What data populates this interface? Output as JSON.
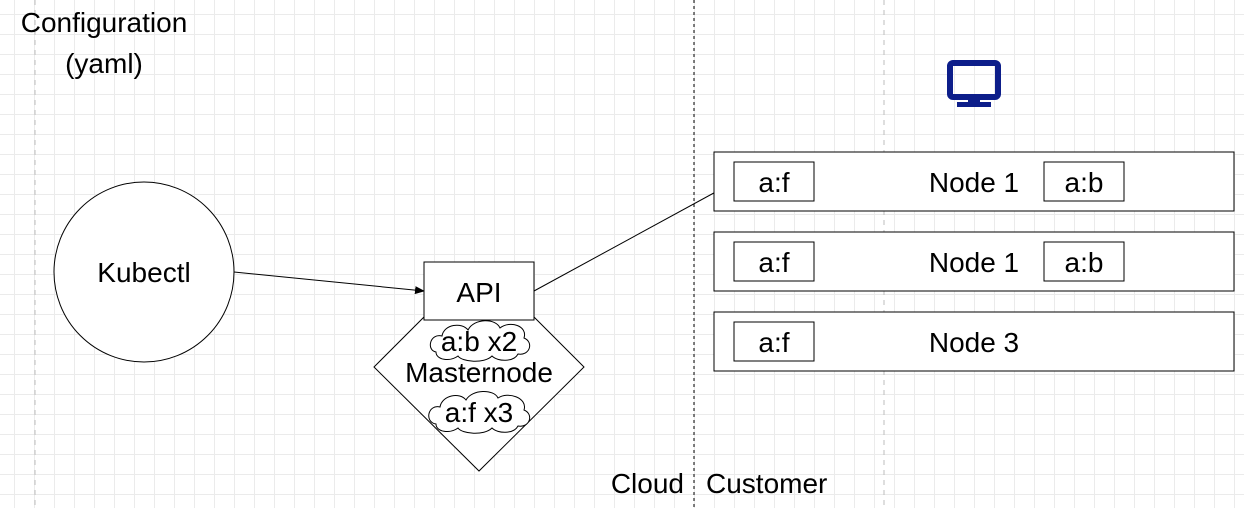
{
  "config_label": {
    "line1": "Configuration",
    "line2": "(yaml)"
  },
  "kubectl": {
    "label": "Kubectl"
  },
  "api": {
    "label": "API"
  },
  "masternode": {
    "label": "Masternode",
    "cloud_top": "a:b x2",
    "cloud_bottom": "a:f x3"
  },
  "regions": {
    "cloud": "Cloud",
    "customer": "Customer"
  },
  "customer_icon": {
    "icon": "monitor-icon",
    "color": "#0d1e8a"
  },
  "nodes": [
    {
      "name": "Node 1",
      "left_pod": "a:f",
      "right_pod": "a:b"
    },
    {
      "name": "Node 1",
      "left_pod": "a:f",
      "right_pod": "a:b"
    },
    {
      "name": "Node 3",
      "left_pod": "a:f"
    }
  ]
}
